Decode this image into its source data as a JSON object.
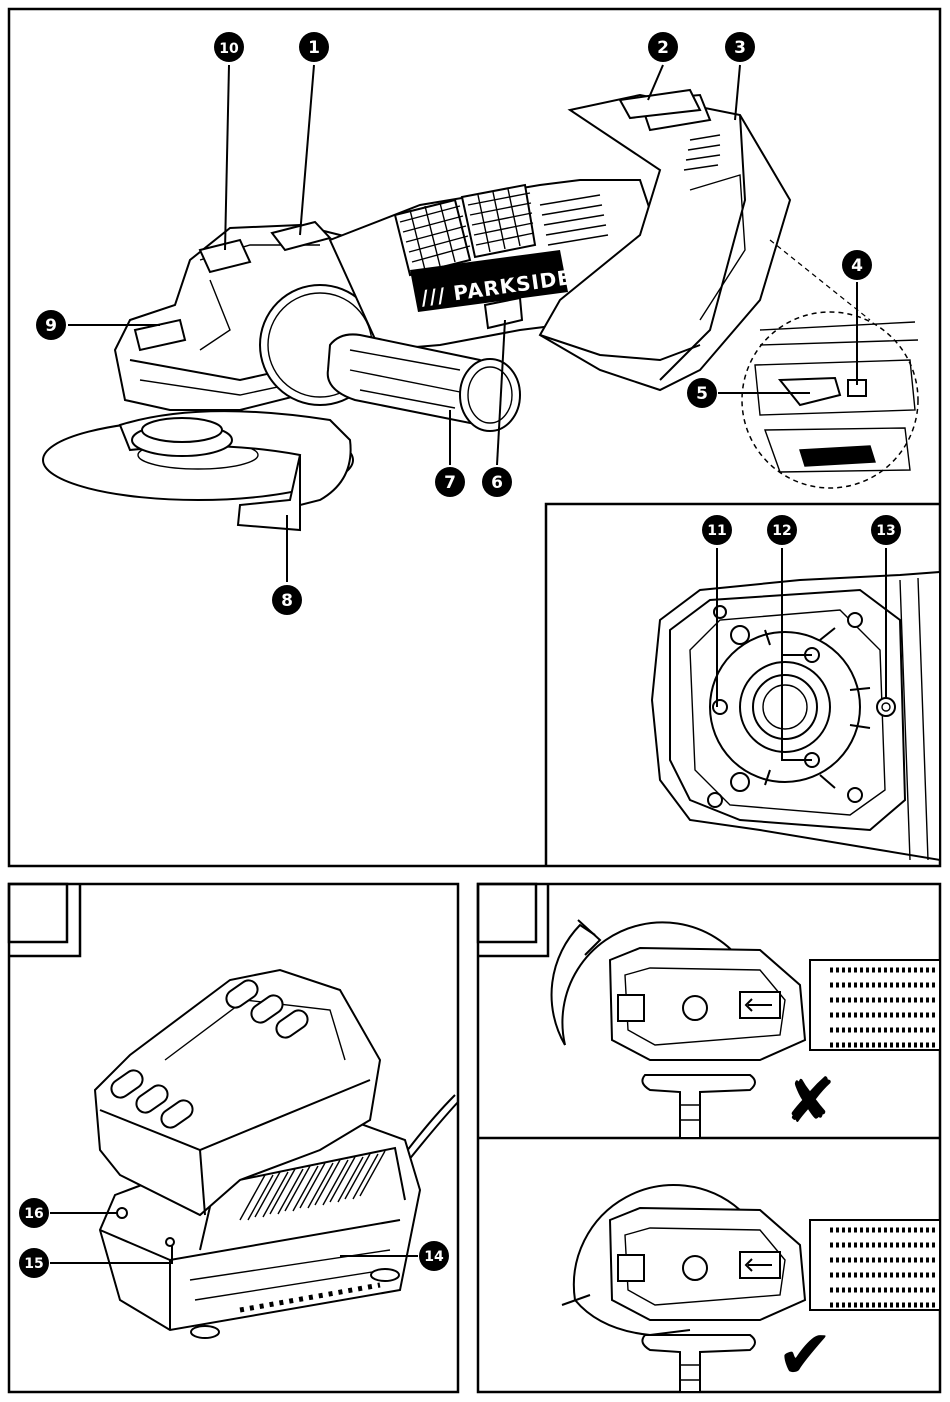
{
  "figure_a": {
    "brand": "/// PARKSIDE",
    "callouts": [
      {
        "n": "1"
      },
      {
        "n": "2"
      },
      {
        "n": "3"
      },
      {
        "n": "4"
      },
      {
        "n": "5"
      },
      {
        "n": "6"
      },
      {
        "n": "7"
      },
      {
        "n": "8"
      },
      {
        "n": "9"
      },
      {
        "n": "10"
      }
    ]
  },
  "figure_a_inset": {
    "callouts": [
      {
        "n": "11"
      },
      {
        "n": "12"
      },
      {
        "n": "13"
      }
    ]
  },
  "figure_b": {
    "callouts": [
      {
        "n": "14"
      },
      {
        "n": "15"
      },
      {
        "n": "16"
      }
    ]
  },
  "figure_c": {
    "wrong_mark": "✘",
    "right_mark": "✔"
  },
  "colors": {
    "ink": "#000000",
    "paper": "#ffffff"
  }
}
